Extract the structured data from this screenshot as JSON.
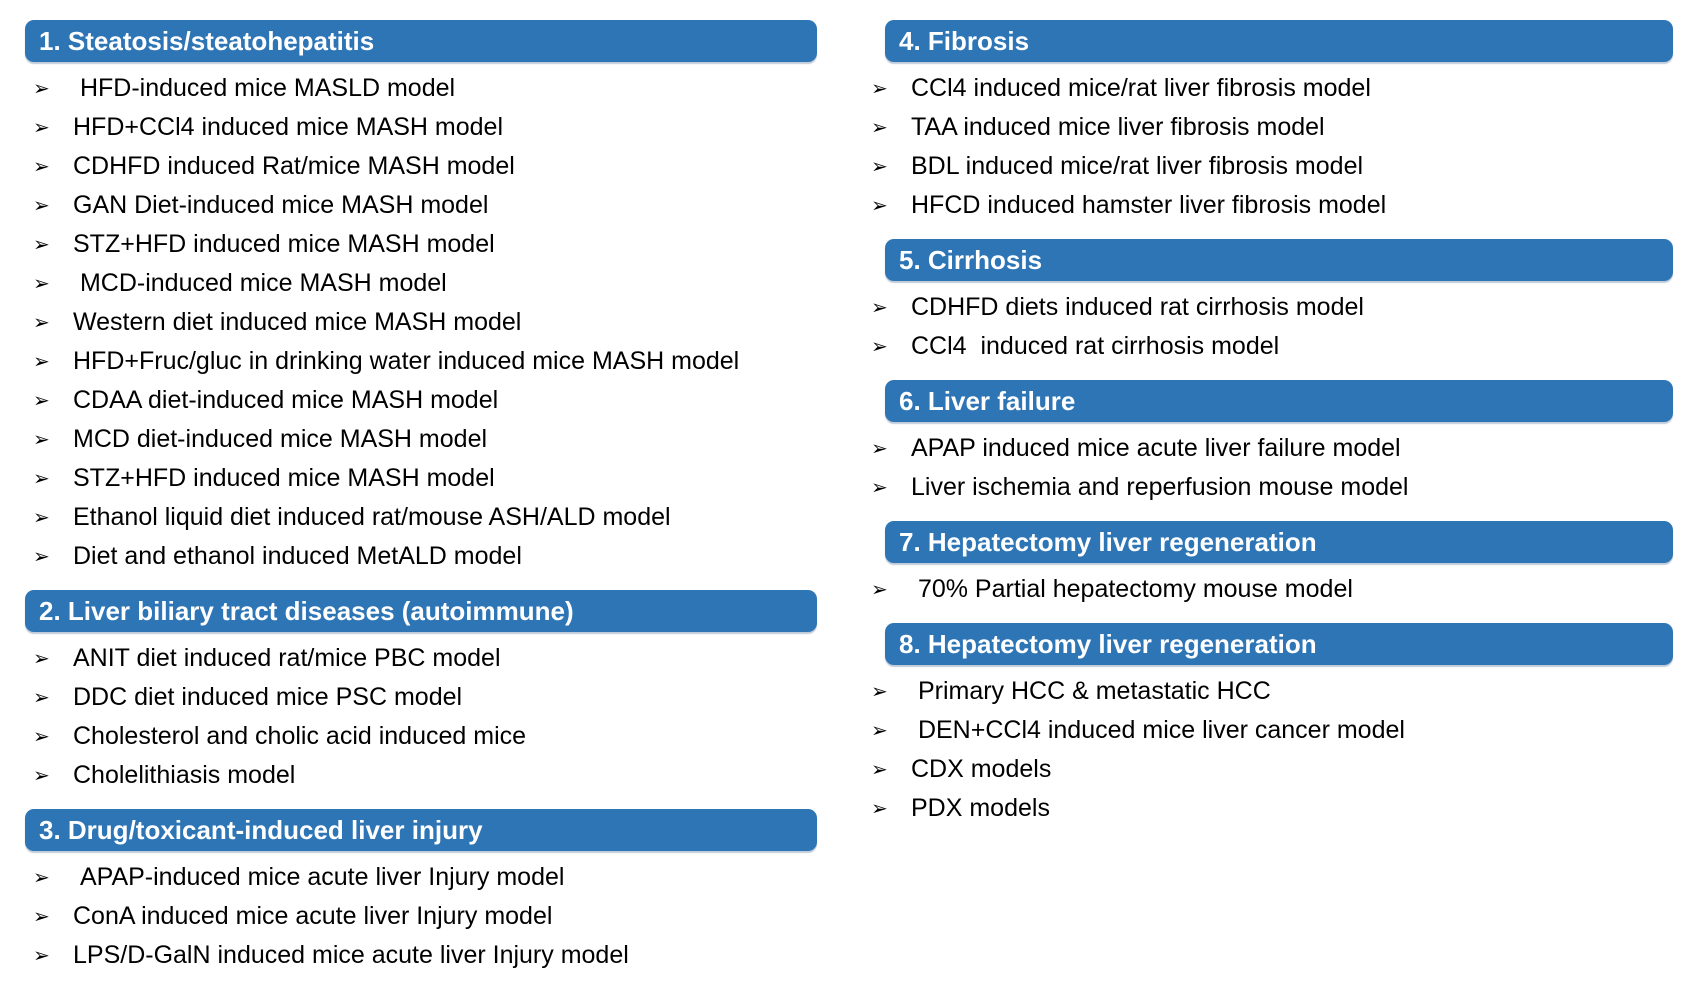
{
  "ui": {
    "accent_blue": "#2E75B6",
    "header_text_color": "#FFFFFF",
    "item_text_color": "#000000",
    "bullet_glyph": "➢"
  },
  "columns": [
    {
      "sections": [
        {
          "title": "1. Steatosis/steatohepatitis",
          "items": [
            " HFD-induced mice MASLD model",
            "HFD+CCl4 induced mice MASH model",
            "CDHFD induced Rat/mice MASH model",
            "GAN Diet-induced mice MASH model",
            "STZ+HFD induced mice MASH model",
            " MCD-induced mice MASH model",
            "Western diet induced mice MASH model",
            "HFD+Fruc/gluc in drinking water induced mice MASH model",
            "CDAA diet-induced mice MASH model",
            "MCD diet-induced mice MASH model",
            "STZ+HFD induced mice MASH model",
            "Ethanol liquid diet induced rat/mouse ASH/ALD model",
            "Diet and ethanol induced MetALD model"
          ]
        },
        {
          "title": "2. Liver biliary tract diseases (autoimmune)",
          "items": [
            "ANIT diet induced rat/mice PBC model",
            "DDC diet induced mice PSC model",
            "Cholesterol and cholic acid induced mice",
            "Cholelithiasis model"
          ]
        },
        {
          "title": "3. Drug/toxicant-induced liver injury",
          "items": [
            " APAP-induced mice acute liver Injury model",
            "ConA induced mice acute liver Injury model",
            "LPS/D-GalN induced mice acute liver Injury model"
          ]
        }
      ]
    },
    {
      "sections": [
        {
          "title": "4. Fibrosis",
          "items": [
            "CCl4 induced mice/rat liver fibrosis model",
            "TAA induced mice liver fibrosis model",
            "BDL induced mice/rat liver fibrosis model",
            "HFCD induced hamster liver fibrosis model"
          ]
        },
        {
          "title": "5. Cirrhosis",
          "items": [
            "CDHFD diets induced rat cirrhosis model",
            "CCl4  induced rat cirrhosis model"
          ]
        },
        {
          "title": "6. Liver failure",
          "items": [
            "APAP induced mice acute liver failure model",
            "Liver ischemia and reperfusion mouse model"
          ]
        },
        {
          "title": "7. Hepatectomy liver regeneration",
          "items": [
            " 70% Partial hepatectomy mouse model"
          ]
        },
        {
          "title": "8. Hepatectomy liver regeneration",
          "items": [
            " Primary HCC & metastatic HCC",
            " DEN+CCl4 induced mice liver cancer model",
            "CDX models",
            "PDX models"
          ]
        }
      ]
    }
  ]
}
